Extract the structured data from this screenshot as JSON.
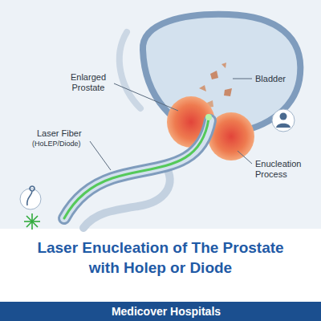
{
  "diagram": {
    "title": "Laser Enucleation of The Prostate with Holep or Diode",
    "nodes": [
      {
        "text": [
          "Medicover Hospitals"
        ]
      }
    ],
    "labels": [
      "Bladder",
      "Enlarged Prostate",
      "Laser Fiber",
      "(HoLEP/Diode)",
      "Enucleation Process"
    ]
  }
}
